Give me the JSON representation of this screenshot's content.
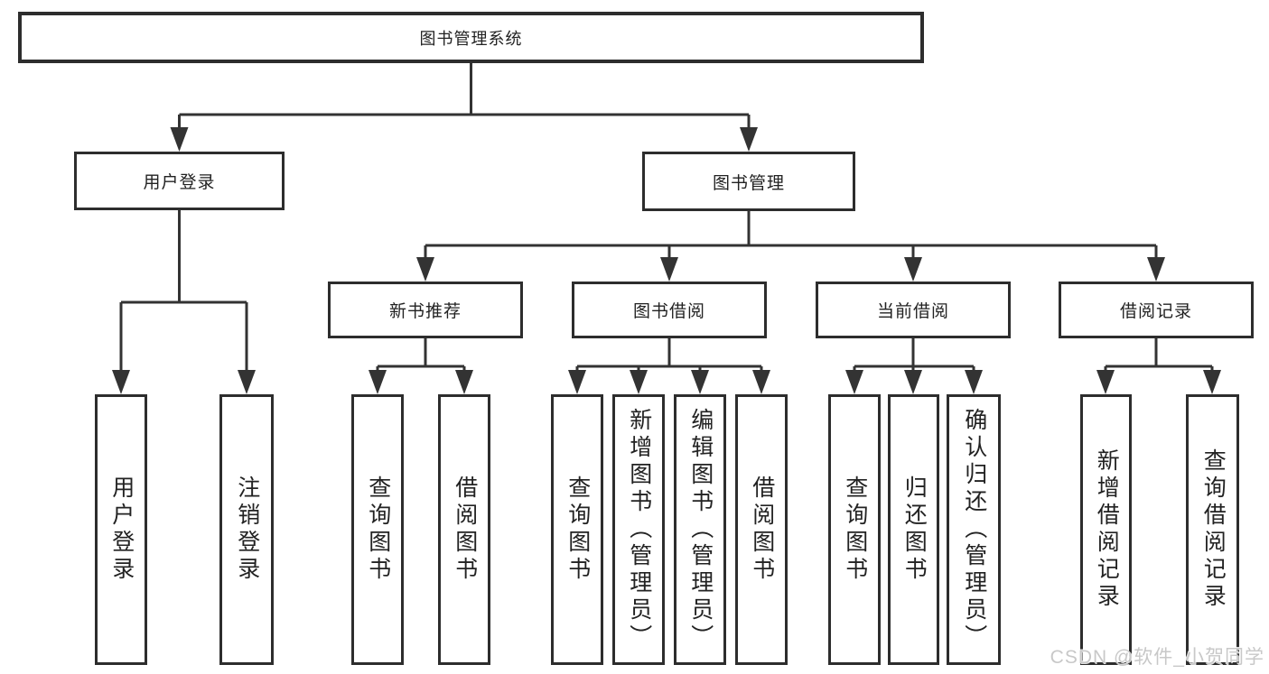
{
  "diagram": {
    "root": {
      "label": "图书管理系统"
    },
    "level2": [
      {
        "label": "用户登录"
      },
      {
        "label": "图书管理"
      }
    ],
    "level3": [
      {
        "label": "新书推荐"
      },
      {
        "label": "图书借阅"
      },
      {
        "label": "当前借阅"
      },
      {
        "label": "借阅记录"
      }
    ],
    "leaves": {
      "user_login": [
        {
          "label": "用户登录"
        },
        {
          "label": "注销登录"
        }
      ],
      "new_book_recommendation": [
        {
          "label": "查询图书"
        },
        {
          "label": "借阅图书"
        }
      ],
      "book_borrowing": [
        {
          "label": "查询图书"
        },
        {
          "label": "新增图书（管理员）"
        },
        {
          "label": "编辑图书（管理员）"
        },
        {
          "label": "借阅图书"
        }
      ],
      "current_borrowing": [
        {
          "label": "查询图书"
        },
        {
          "label": "归还图书"
        },
        {
          "label": "确认归还（管理员）"
        }
      ],
      "borrowing_records": [
        {
          "label": "新增借阅记录"
        },
        {
          "label": "查询借阅记录"
        }
      ]
    }
  },
  "watermark": {
    "text": "CSDN @软件_小贺同学"
  },
  "colors": {
    "background": "#ffffff",
    "line": "#333333",
    "box_border": "#2d2d2d",
    "text": "#222222",
    "watermark_text": "#c8c8c8"
  }
}
